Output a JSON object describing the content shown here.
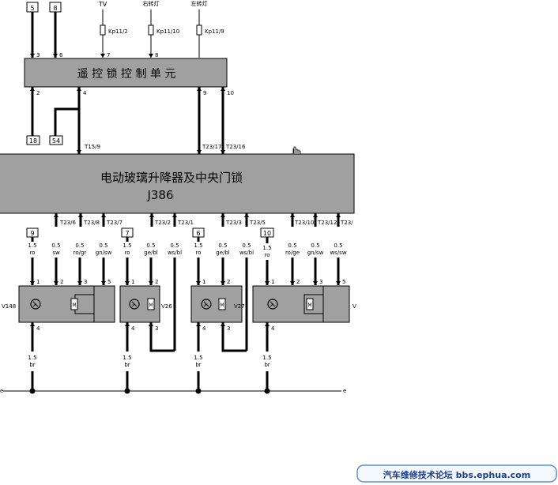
{
  "top_boxes": [
    "5",
    "8"
  ],
  "top_labels": [
    "TV",
    "右转灯",
    "左转灯"
  ],
  "fuses": [
    "Kp11/2",
    "Kp11/10",
    "Kp11/9"
  ],
  "remote_unit": {
    "title": "遥 控 锁 控 制 单 元",
    "top_pins": [
      "3",
      "6",
      "7",
      "8"
    ],
    "bottom_pins": [
      "2",
      "4",
      "9",
      "10"
    ]
  },
  "mid_boxes": [
    "18",
    "54"
  ],
  "connector_labels": [
    "T15/9",
    "T23/17",
    "T23/16"
  ],
  "j386": {
    "title": "电动玻璃升降器及中央门锁",
    "code": "J386",
    "bottom_labels": [
      "T23/6",
      "T23/8",
      "T23/7",
      "T23/2",
      "T23/1",
      "T23/3",
      "T23/5",
      "T23/10",
      "T23/12",
      "T23/"
    ]
  },
  "wire_boxes": [
    "9",
    "7",
    "6",
    "10"
  ],
  "wires": [
    {
      "size": "1.5",
      "color": "ro"
    },
    {
      "size": "0.5",
      "color": "sw"
    },
    {
      "size": "0.5",
      "color": "ro/gr"
    },
    {
      "size": "0.5",
      "color": "gn/sw"
    },
    {
      "size": "1.5",
      "color": "ro"
    },
    {
      "size": "0.5",
      "color": "ge/bl"
    },
    {
      "size": "0.5",
      "color": "ws/bl"
    },
    {
      "size": "1.5",
      "color": "ro"
    },
    {
      "size": "0.5",
      "color": "ge/bl"
    },
    {
      "size": "0.5",
      "color": "ws/bl"
    },
    {
      "size": "1.5",
      "color": "ro"
    },
    {
      "size": "0.5",
      "color": "ro/ge"
    },
    {
      "size": "0.5",
      "color": "gn/sw"
    },
    {
      "size": "0.5",
      "color": "ws/sw"
    }
  ],
  "motors": [
    {
      "label": "V148",
      "pins": [
        "1",
        "2",
        "3",
        "5"
      ],
      "bottom_pin": "4"
    },
    {
      "label": "V26",
      "pins": [
        "1",
        "2"
      ],
      "bottom_pins": [
        "4",
        "3"
      ]
    },
    {
      "label": "V27",
      "pins": [
        "1",
        "2"
      ],
      "bottom_pins": [
        "4",
        "3"
      ]
    },
    {
      "label": "V",
      "pins": [
        "1",
        "2",
        "3",
        "5"
      ],
      "bottom_pin": "4"
    }
  ],
  "ground_wires": [
    {
      "size": "1.5",
      "color": "br"
    },
    {
      "size": "1.5",
      "color": "br"
    },
    {
      "size": "1.5",
      "color": "br"
    },
    {
      "size": "1.5",
      "color": "br"
    }
  ],
  "ground_letter": "e",
  "footer": "汽车维修技术论坛 bbs.ephua.com",
  "colors": {
    "module_fill": "#a0a0a0",
    "footer_border": "#5b8fd0",
    "footer_text": "#1a3f8f"
  }
}
